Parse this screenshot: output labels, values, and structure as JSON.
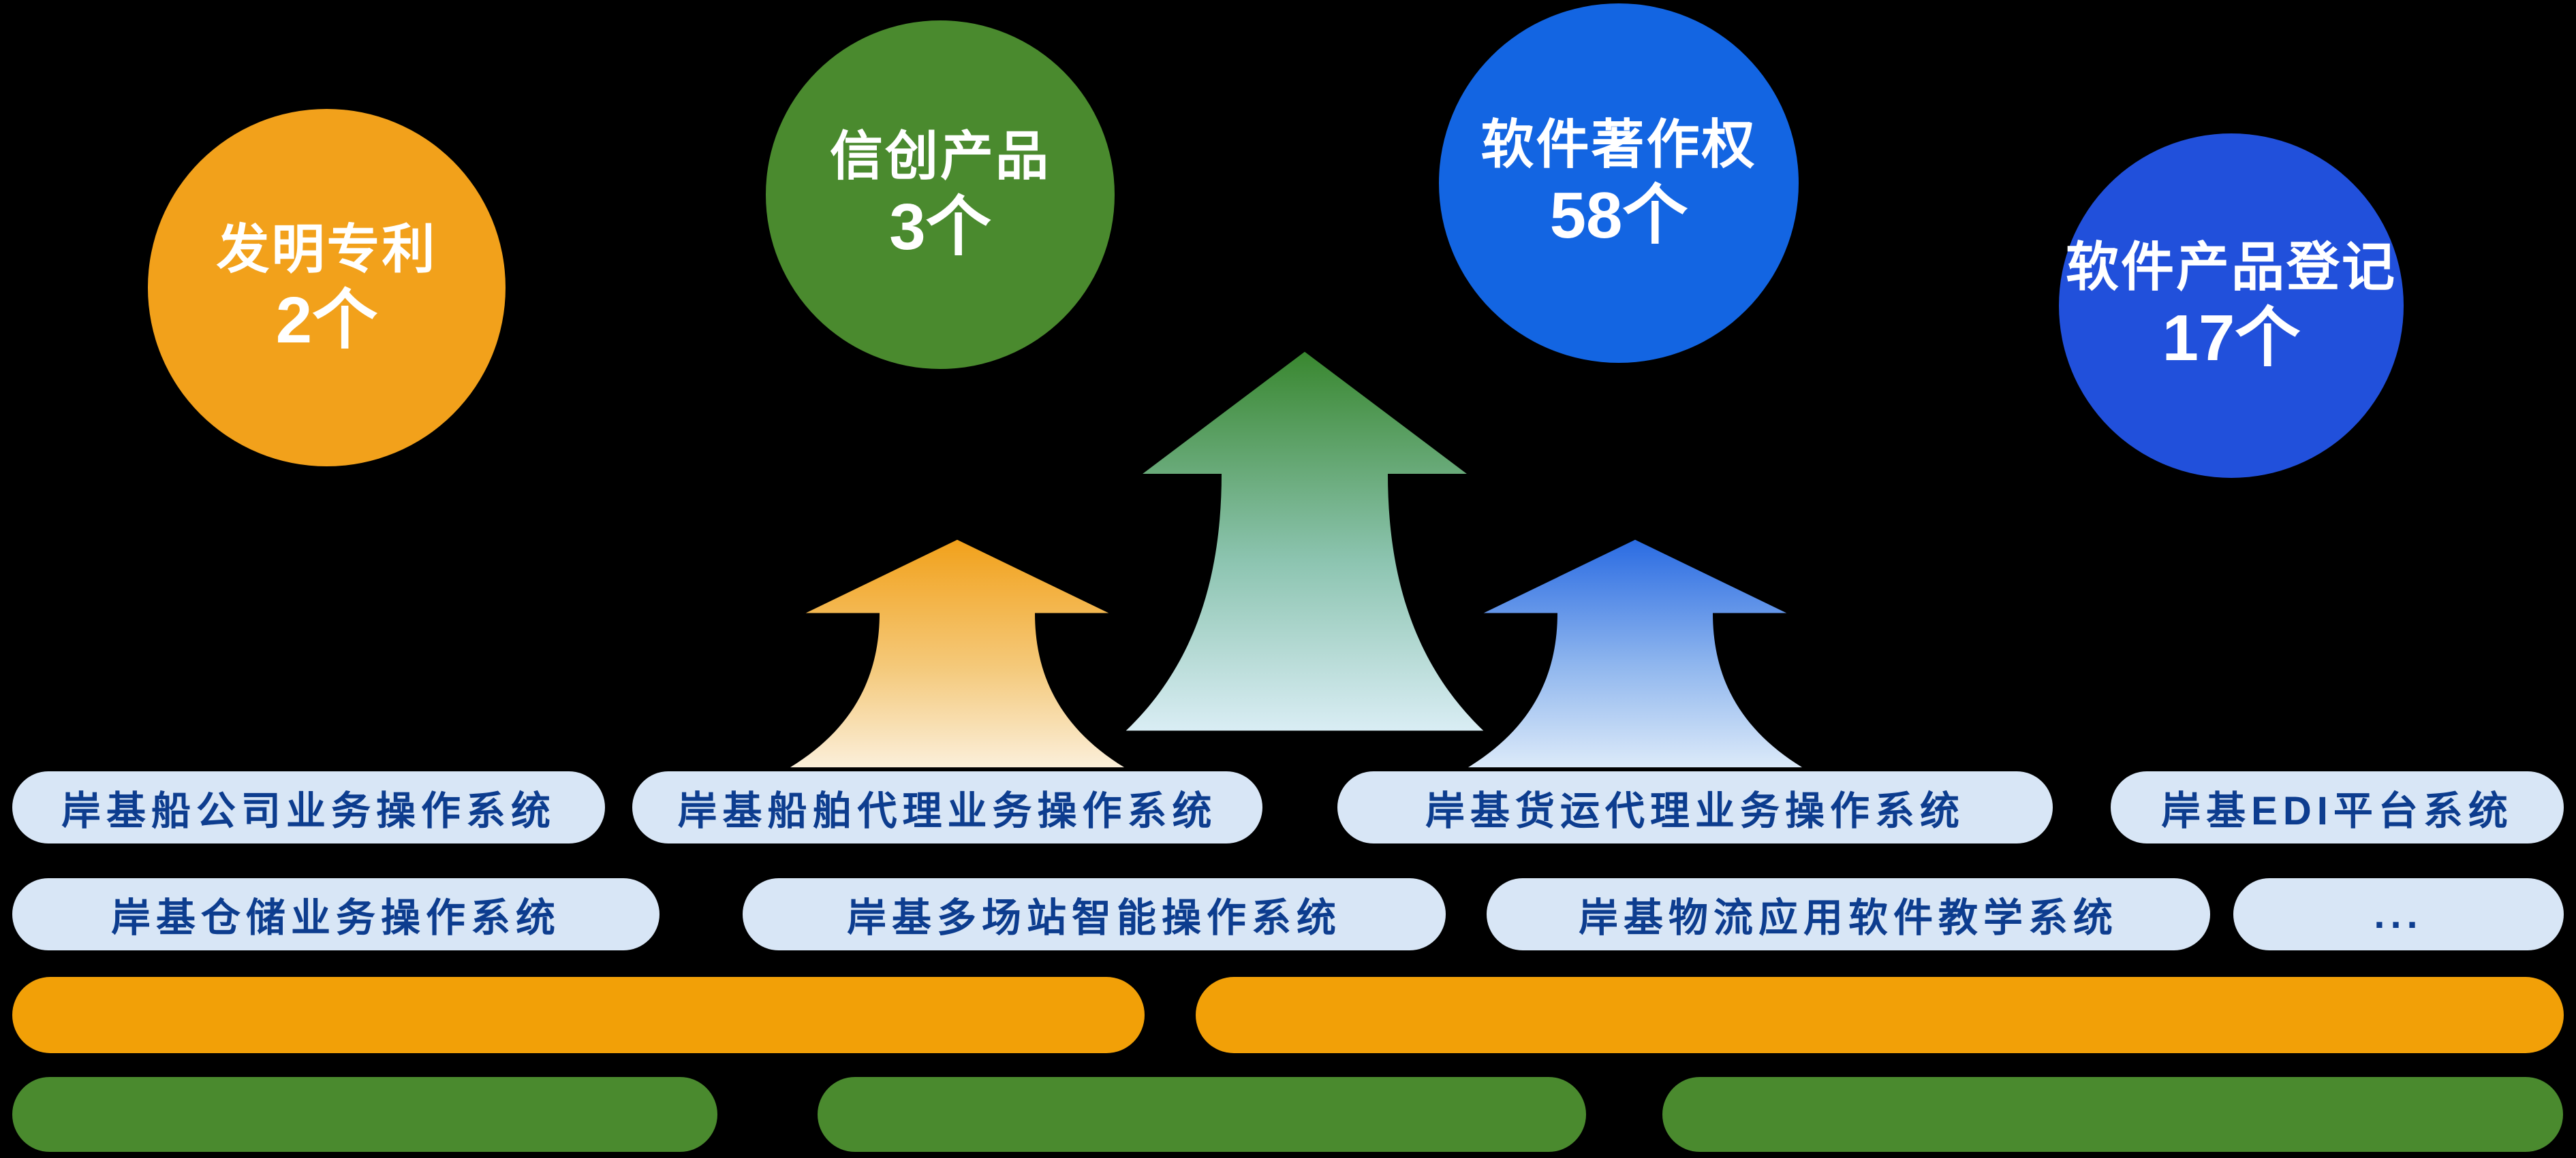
{
  "background_color": "#000000",
  "badges": [
    {
      "label": "发明专利",
      "count": "2个",
      "color": "#F2A11B"
    },
    {
      "label": "信创产品",
      "count": "3个",
      "color": "#4A8A2E"
    },
    {
      "label": "软件著作权",
      "count": "58个",
      "color": "#1365E2"
    },
    {
      "label": "软件产品登记",
      "count": "17个",
      "color": "#2150DB"
    }
  ],
  "arrows": [
    {
      "name": "orange-up-arrow",
      "color_top": "#F2A11B",
      "color_bottom": "#FBEFDA"
    },
    {
      "name": "green-up-arrow",
      "color_top": "#39872F",
      "color_bottom": "#D9EDF4"
    },
    {
      "name": "blue-up-arrow",
      "color_top": "#2A6BE2",
      "color_bottom": "#DCEAF9"
    }
  ],
  "systems": {
    "row1": [
      "岸基船公司业务操作系统",
      "岸基船舶代理业务操作系统",
      "岸基货运代理业务操作系统",
      "岸基EDI平台系统"
    ],
    "row2": [
      "岸基仓储业务操作系统",
      "岸基多场站智能操作系统",
      "岸基物流应用软件教学系统",
      "..."
    ]
  },
  "pill_style": {
    "background": "#D8E6F6",
    "text_color": "#0D3D8F"
  },
  "bars": {
    "orange_color": "#F2A007",
    "green_color": "#4A8A2E",
    "orange_count": 2,
    "green_count": 3
  }
}
